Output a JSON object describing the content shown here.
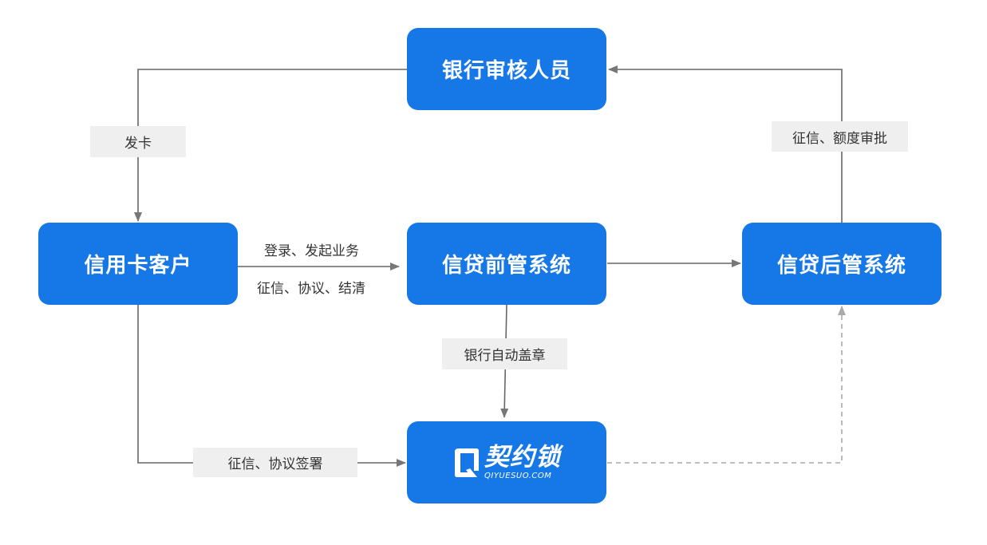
{
  "nodes": {
    "bank_reviewer": "银行审核人员",
    "credit_customer": "信用卡客户",
    "front_system": "信贷前管系统",
    "back_system": "信贷后管系统",
    "qiyuesuo": {
      "name": "契约锁",
      "domain": "QIYUESUO.COM",
      "icon": "qiyuesuo-logo-icon"
    }
  },
  "edges": {
    "issue_card": "发卡",
    "approval": "征信、额度审批",
    "login": "登录、发起业务",
    "agreement_settle": "征信、协议、结清",
    "auto_seal": "银行自动盖章",
    "sign": "征信、协议签署"
  },
  "colors": {
    "node": "#1677e6",
    "line": "#666666",
    "dashed_line": "#aaaaaa",
    "tag_bg": "#efefef"
  }
}
